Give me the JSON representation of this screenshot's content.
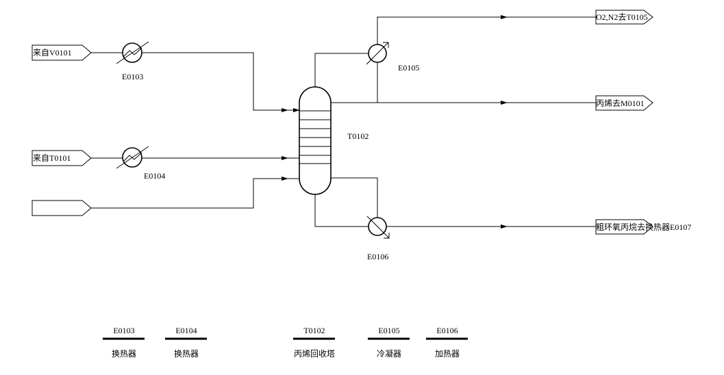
{
  "inlets": [
    {
      "label": "来自V0101"
    },
    {
      "label": "来自T0101"
    },
    {
      "label": ""
    }
  ],
  "outlets": [
    {
      "label": "O2,N2去T0105"
    },
    {
      "label": "丙烯去M0101"
    },
    {
      "label": "粗环氧丙烷去换热器E0107"
    }
  ],
  "equipment_tags": {
    "e0103": "E0103",
    "e0104": "E0104",
    "t0102": "T0102",
    "e0105": "E0105",
    "e0106": "E0106"
  },
  "legend": [
    {
      "tag": "E0103",
      "name": "换热器"
    },
    {
      "tag": "E0104",
      "name": "换热器"
    },
    {
      "tag": "T0102",
      "name": "丙烯回收塔"
    },
    {
      "tag": "E0105",
      "name": "冷凝器"
    },
    {
      "tag": "E0106",
      "name": "加热器"
    }
  ]
}
